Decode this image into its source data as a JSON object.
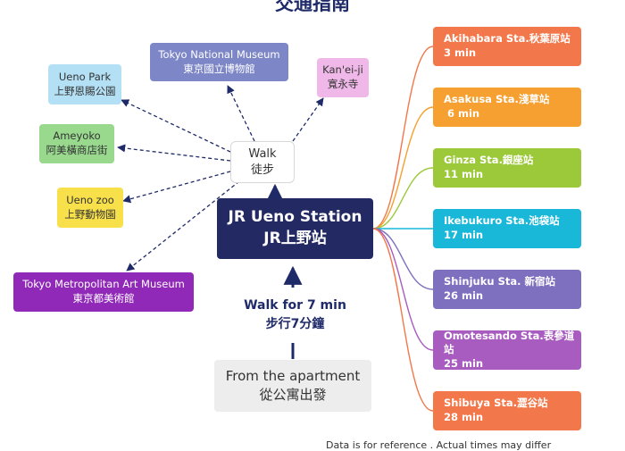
{
  "title": "交通指南",
  "center": {
    "line1": "JR Ueno Station",
    "line2": "JR上野站"
  },
  "walk": {
    "line1": "Walk",
    "line2": "徒步"
  },
  "walk7": {
    "line1": "Walk for 7 min",
    "line2": "步行7分鐘"
  },
  "apartment": {
    "line1": "From the apartment",
    "line2": "從公寓出發"
  },
  "attractions": [
    {
      "line1": "Tokyo National Museum",
      "line2": "東京國立博物館",
      "color": "#7d86c7"
    },
    {
      "line1": "Kan'ei-ji",
      "line2": "寬永寺",
      "color": "#f0b8e8"
    },
    {
      "line1": "Ueno Park",
      "line2": "上野恩賜公園",
      "color": "#b4e0f5"
    },
    {
      "line1": "Ameyoko",
      "line2": "阿美橫商店街",
      "color": "#98d98e"
    },
    {
      "line1": "Ueno zoo",
      "line2": "上野動物園",
      "color": "#f7e04a"
    },
    {
      "line1": "Tokyo Metropolitan Art Museum",
      "line2": "東京都美術館",
      "color": "#9028b8"
    }
  ],
  "stations": [
    {
      "line1": "Akihabara Sta.秋葉原站",
      "line2": "3 min",
      "color": "#f2784b"
    },
    {
      "line1": "Asakusa Sta.淺草站",
      "line2": " 6 min",
      "color": "#f5a030"
    },
    {
      "line1": "Ginza Sta.銀座站",
      "line2": "11 min",
      "color": "#9cc93a"
    },
    {
      "line1": "Ikebukuro Sta.池袋站",
      "line2": "17 min",
      "color": "#19b7d8"
    },
    {
      "line1": "Shinjuku Sta. 新宿站",
      "line2": "26 min",
      "color": "#7e6fbf"
    },
    {
      "line1": "Omotesando Sta.表參道站",
      "line2": "25 min",
      "color": "#a85cc0"
    },
    {
      "line1": "Shibuya Sta.澀谷站",
      "line2": "28 min",
      "color": "#f2784b"
    }
  ],
  "footer": "Data is for reference . Actual times may differ"
}
